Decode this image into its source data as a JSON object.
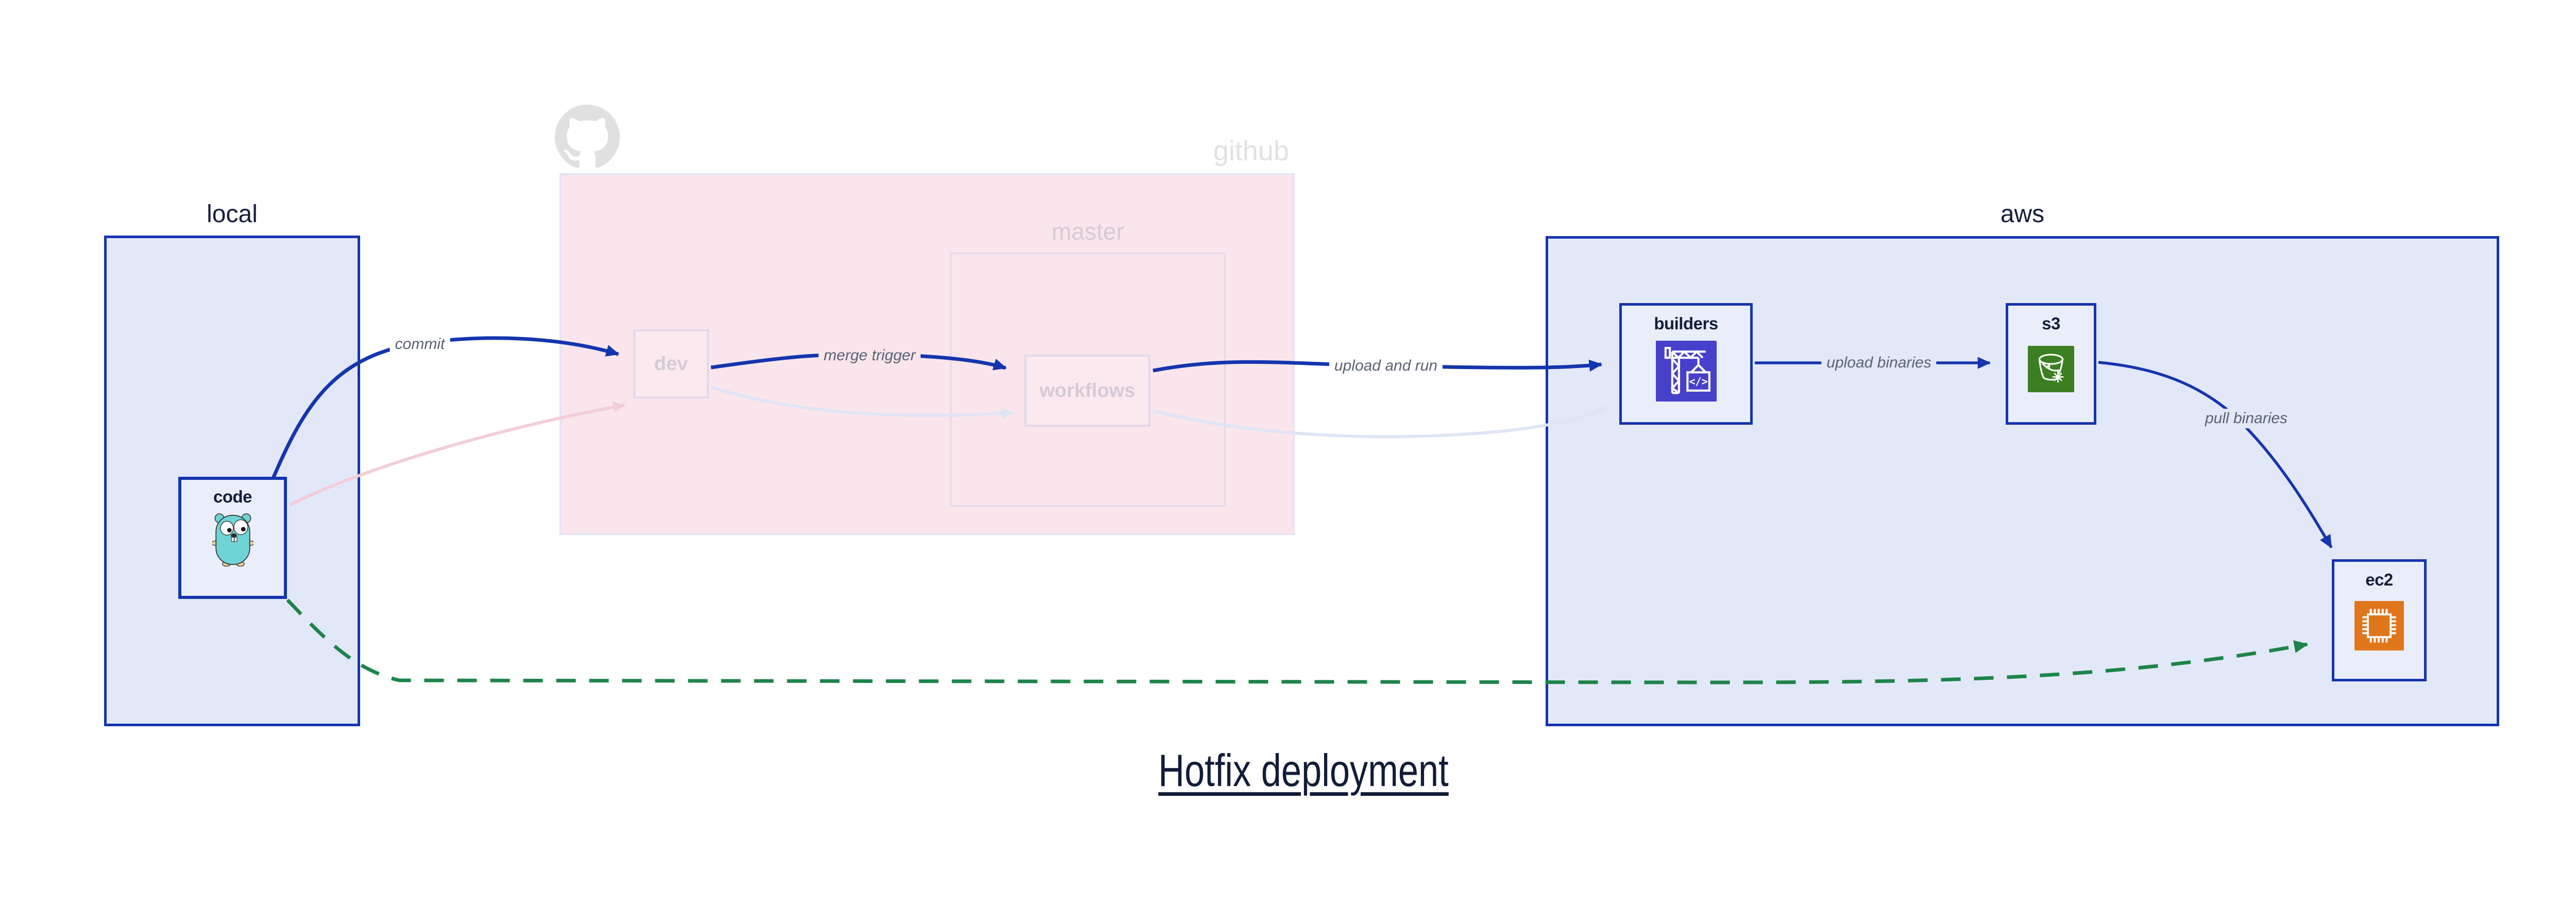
{
  "title": "Hotfix deployment",
  "groups": {
    "local": {
      "label": "local"
    },
    "github": {
      "label": "github",
      "master": {
        "label": "master"
      }
    },
    "aws": {
      "label": "aws"
    }
  },
  "nodes": {
    "code": {
      "label": "code",
      "icon": "go-gopher-icon"
    },
    "dev": {
      "label": "dev",
      "state": "faded"
    },
    "workflows": {
      "label": "workflows",
      "state": "faded"
    },
    "builders": {
      "label": "builders",
      "icon": "aws-codebuild-crane-icon"
    },
    "s3": {
      "label": "s3",
      "icon": "aws-s3-bucket-icon"
    },
    "ec2": {
      "label": "ec2",
      "icon": "aws-ec2-chip-icon"
    }
  },
  "edges": {
    "commit": {
      "label": "commit",
      "from": "code",
      "to": "dev",
      "style": "bold-blue"
    },
    "merge_trigger": {
      "label": "merge trigger",
      "from": "dev",
      "to": "workflows",
      "style": "bold-blue"
    },
    "upload_and_run": {
      "label": "upload and run",
      "from": "workflows",
      "to": "builders",
      "style": "bold-blue"
    },
    "upload_binaries": {
      "label": "upload binaries",
      "from": "builders",
      "to": "s3",
      "style": "bold-blue"
    },
    "pull_binaries": {
      "label": "pull binaries",
      "from": "s3",
      "to": "ec2",
      "style": "bold-blue"
    },
    "hotfix_direct": {
      "label": "",
      "from": "code",
      "to": "ec2",
      "style": "green-dashed"
    },
    "faded_commit": {
      "label": "",
      "from": "code",
      "to": "dev",
      "style": "faded-pink"
    },
    "faded_merge": {
      "label": "",
      "from": "dev",
      "to": "workflows",
      "style": "faded-lavender"
    },
    "faded_upload": {
      "label": "",
      "from": "workflows",
      "to": "builders",
      "style": "faded-lavender"
    }
  },
  "colors": {
    "accent_blue": "#1535ae",
    "hotfix_green": "#1e8449",
    "pink_bg": "#f9e5eb",
    "group_bg": "#e3e8f9",
    "node_bg": "#eaeefb",
    "faded_lavender": "#dfe4f6",
    "faded_pink": "#f3cdd9",
    "faded_text": "#d5cbd6",
    "watermark_gray": "#e2e2e2",
    "label_gray": "#5a6272",
    "navy_text": "#141e3c",
    "icon_builders": "#4740ca",
    "icon_s3": "#3b7f22",
    "icon_ec2": "#e0761c",
    "gopher_teal": "#6fd4d6"
  }
}
